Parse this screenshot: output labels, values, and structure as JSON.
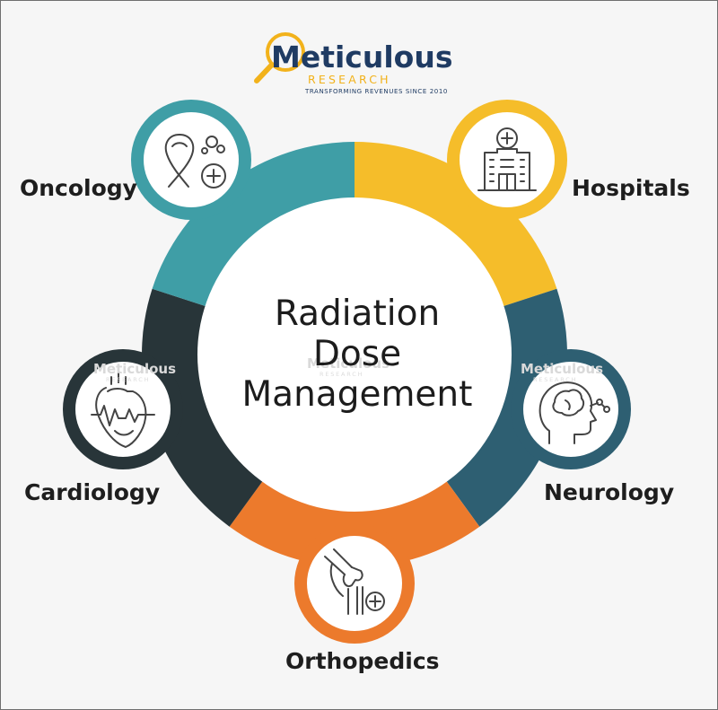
{
  "logo": {
    "name": "Meticulous",
    "sub": "RESEARCH",
    "tagline": "TRANSFORMING REVENUES SINCE 2010",
    "color_main": "#1f3b63",
    "color_accent": "#f2b21b"
  },
  "center": {
    "line1": "Radiation",
    "line2": "Dose",
    "line3": "Management"
  },
  "segments": [
    {
      "key": "oncology",
      "label": "Oncology",
      "color": "#3f9ea6",
      "icon": "ribbon-cells-icon"
    },
    {
      "key": "hospitals",
      "label": "Hospitals",
      "color": "#f5bd2a",
      "icon": "hospital-building-icon"
    },
    {
      "key": "neurology",
      "label": "Neurology",
      "color": "#2e5f72",
      "icon": "head-brain-icon"
    },
    {
      "key": "orthopedics",
      "label": "Orthopedics",
      "color": "#ec7a2c",
      "icon": "knee-joint-icon"
    },
    {
      "key": "cardiology",
      "label": "Cardiology",
      "color": "#283539",
      "icon": "heart-ecg-icon"
    }
  ],
  "watermark": {
    "main": "Meticulous",
    "sub": "RESEARCH"
  }
}
